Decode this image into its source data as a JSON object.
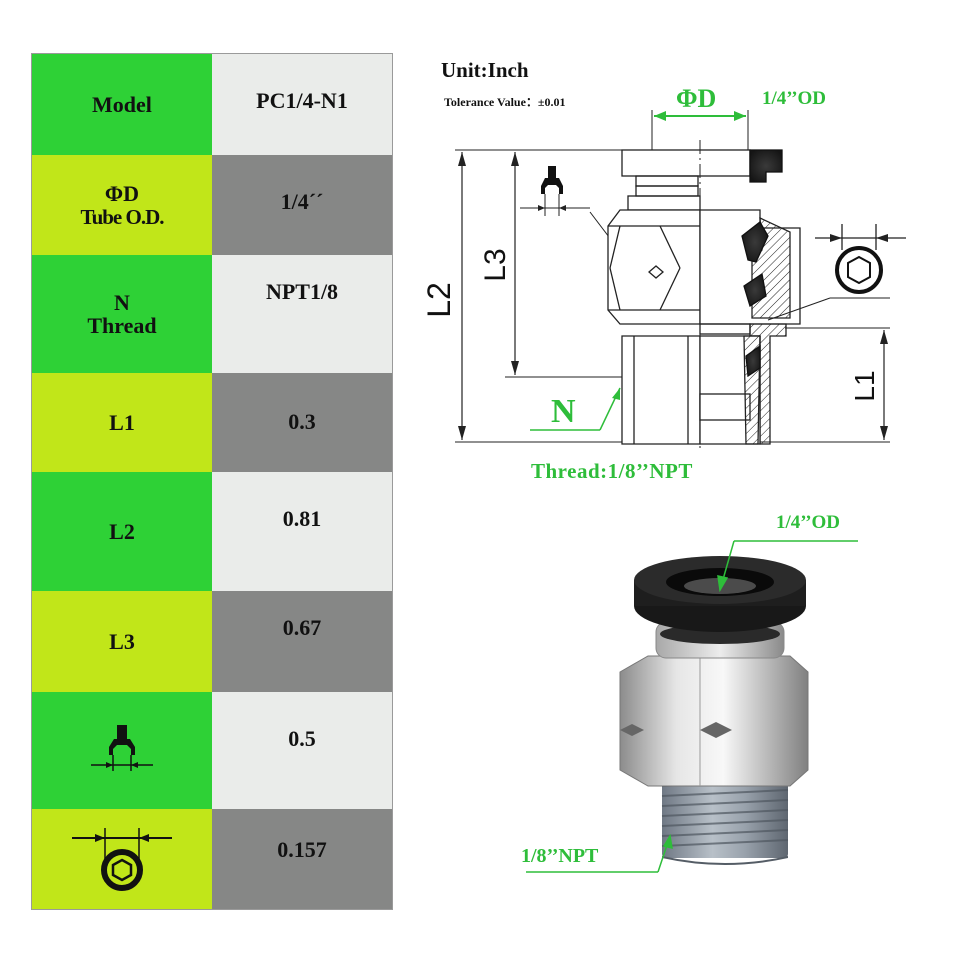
{
  "colors": {
    "green": "#2ed136",
    "lime": "#c1e619",
    "light": "#eaecea",
    "dark": "#868786",
    "accent": "#2ebd3a"
  },
  "table": {
    "rows": [
      {
        "label": "Model",
        "value": "PC1/4-N1"
      },
      {
        "label": "ΦD",
        "label2": "Tube O.D.",
        "value": "1/4´´"
      },
      {
        "label": "N",
        "label2": "Thread",
        "value": "NPT1/8"
      },
      {
        "label": "L1",
        "value": "0.3"
      },
      {
        "label": "L2",
        "value": "0.81"
      },
      {
        "label": "L3",
        "value": "0.67"
      },
      {
        "icon": "wrench-width-icon",
        "value": "0.5"
      },
      {
        "icon": "hex-width-icon",
        "value": "0.157"
      }
    ]
  },
  "drawing": {
    "unit": "Unit:Inch",
    "tolerance": "Tolerance Value：±0.01",
    "phi_d": "ΦD",
    "od_top": "1/4’’OD",
    "dim_l2": "L2",
    "dim_l3": "L3",
    "dim_l1": "L1",
    "n_label": "N",
    "thread": "Thread:1/8’’NPT"
  },
  "photo": {
    "od_label": "1/4’’OD",
    "npt_label": "1/8’’NPT"
  }
}
